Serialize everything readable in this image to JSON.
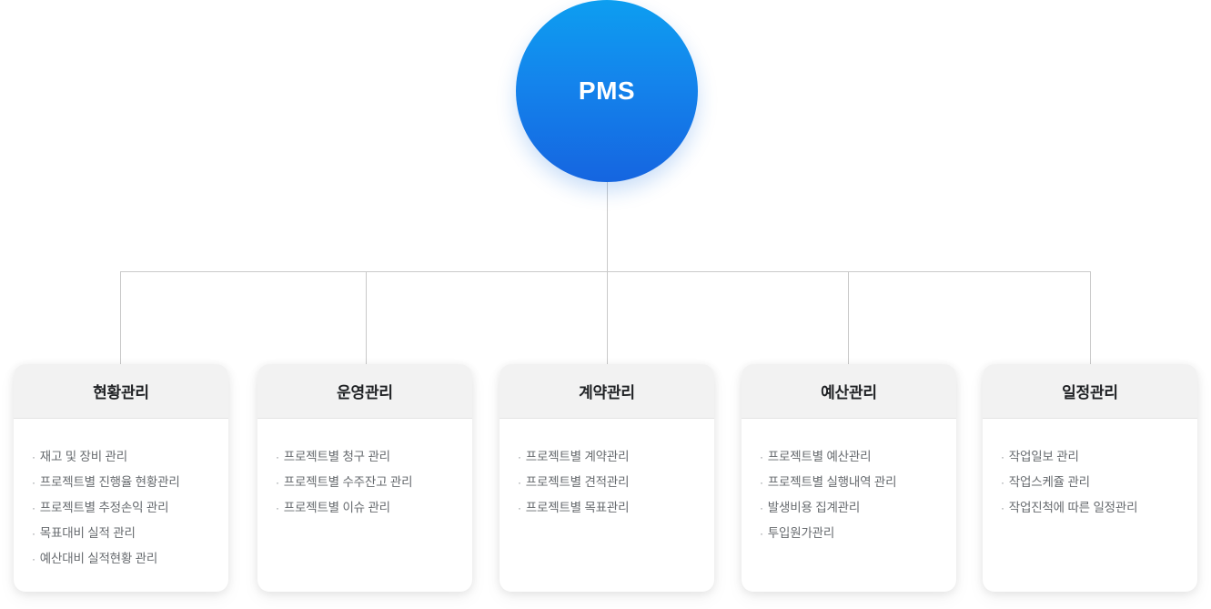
{
  "diagram": {
    "type": "organization-tree",
    "root": {
      "label": "PMS",
      "shape": "circle",
      "gradient_from": "#0d9ef0",
      "gradient_to": "#1565e0",
      "text_color": "#ffffff"
    },
    "connector_color": "#c9c9c9",
    "card_header_bg": "#f2f2f2",
    "card_body_bg": "#ffffff",
    "title_color": "#1f2124",
    "item_color": "#666a6e",
    "bullet": "·",
    "nodes": [
      {
        "title": "현황관리",
        "items": [
          "재고 및 장비 관리",
          "프로젝트별 진행율 현황관리",
          "프로젝트별 추정손익 관리",
          "목표대비 실적 관리",
          "예산대비 실적현황 관리"
        ]
      },
      {
        "title": "운영관리",
        "items": [
          "프로젝트별 청구 관리",
          "프로젝트별 수주잔고 관리",
          "프로젝트별 이슈 관리"
        ]
      },
      {
        "title": "계약관리",
        "items": [
          "프로젝트별 계약관리",
          "프로젝트별 견적관리",
          "프로젝트별 목표관리"
        ]
      },
      {
        "title": "예산관리",
        "items": [
          "프로젝트별 예산관리",
          "프로젝트별 실행내역 관리",
          "발생비용 집계관리",
          "투입원가관리"
        ]
      },
      {
        "title": "일정관리",
        "items": [
          "작업일보 관리",
          "작업스케쥴 관리",
          "작업진척에 따른 일정관리"
        ]
      }
    ]
  }
}
